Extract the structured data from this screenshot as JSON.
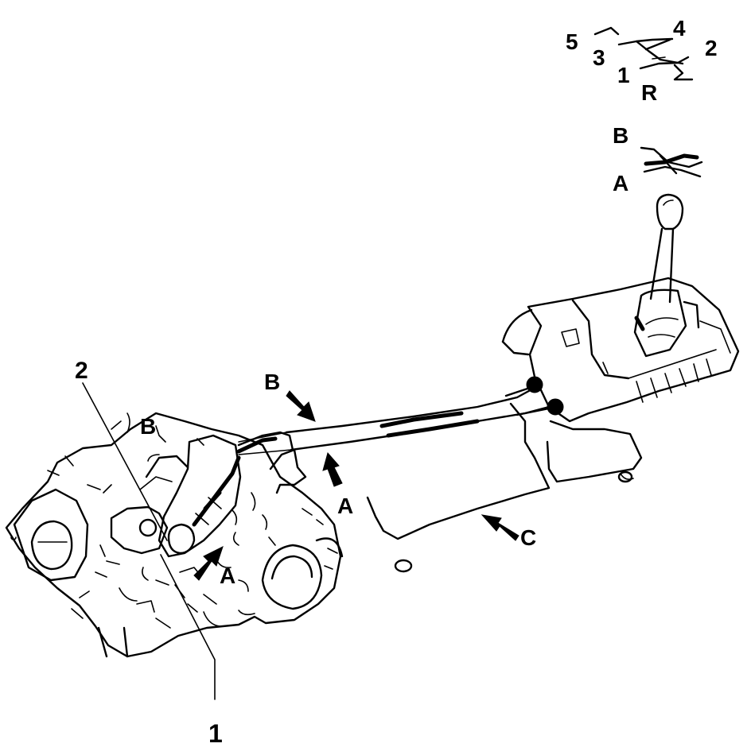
{
  "shift_pattern": {
    "gears": [
      "5",
      "4",
      "3",
      "2",
      "1",
      "R"
    ]
  },
  "cable_selector": {
    "labels": [
      "B",
      "A"
    ]
  },
  "callouts": {
    "part_1": "1",
    "part_2": "2",
    "arrow_a_lower": "A",
    "arrow_a_middle": "A",
    "arrow_b_upper": "B",
    "arrow_b_left": "B",
    "arrow_c": "C"
  },
  "colors": {
    "line": "#000000",
    "background": "#ffffff"
  }
}
